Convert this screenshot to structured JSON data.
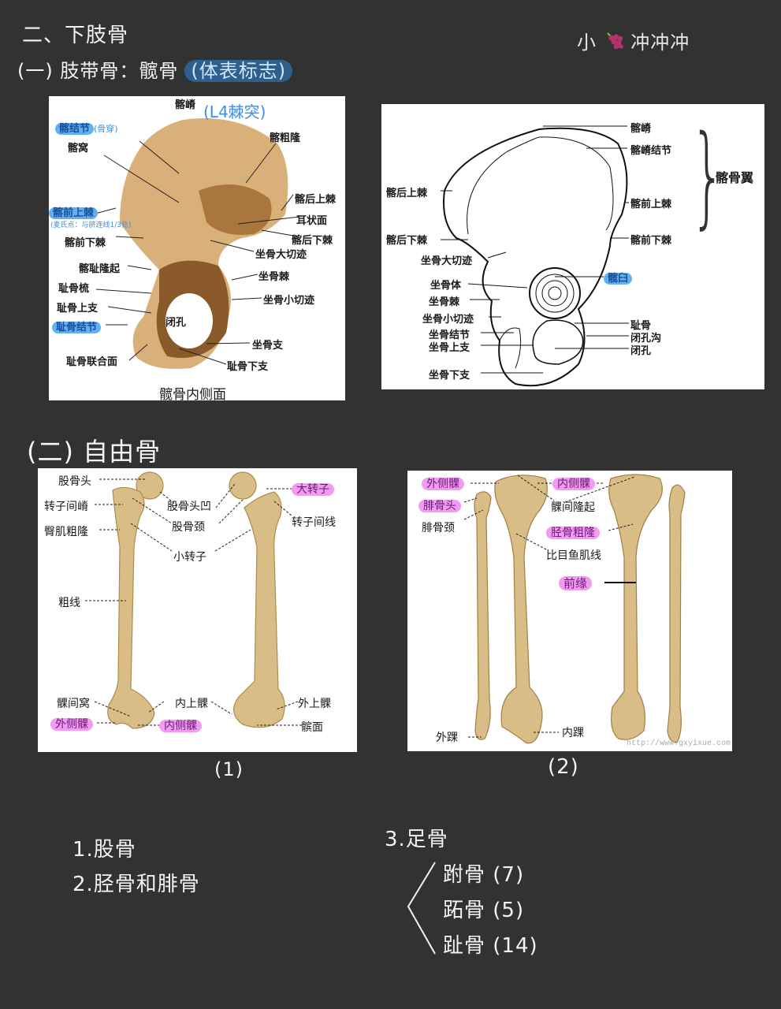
{
  "header": {
    "title": "二、下肢骨",
    "subtitle": "(一) 肢带骨：髋骨",
    "subtitle_tag": "(体表标志)",
    "brand_prefix": "小",
    "brand_icon": "grape-icon",
    "brand_suffix": "冲冲冲"
  },
  "colors": {
    "background": "#323232",
    "highlight_blue": "#63b0f0",
    "highlight_pink": "#f29bf0",
    "handwriting": "#f4f4f4",
    "bone": "#d9b77c"
  },
  "hip_medial": {
    "caption": "髋骨内侧面",
    "note_top": "(L4棘突)",
    "labels": {
      "iliac_crest": "髂嵴",
      "iliac_tubercle": "髂结节",
      "iliac_tubercle_note": "(骨穿)",
      "iliac_fossa": "髂窝",
      "iliac_tuberosity": "髂粗隆",
      "psis": "髂后上棘",
      "auricular_surface": "耳状面",
      "asis": "髂前上棘",
      "asis_note": "(麦氏点：与脐连线1/3处)",
      "piis": "髂后下棘",
      "aiis": "髂前下棘",
      "greater_sciatic_notch": "坐骨大切迹",
      "iliopubic_eminence": "髂耻隆起",
      "ischial_spine": "坐骨棘",
      "pecten_pubis": "耻骨梳",
      "lesser_sciatic_notch": "坐骨小切迹",
      "superior_pubic_ramus": "耻骨上支",
      "pubic_tubercle": "耻骨结节",
      "obturator_foramen": "闭孔",
      "ischial_ramus": "坐骨支",
      "pubic_symphysis_surface": "耻骨联合面",
      "inferior_pubic_ramus": "耻骨下支"
    }
  },
  "hip_lateral": {
    "group_label": "髂骨翼",
    "labels": {
      "iliac_crest": "髂嵴",
      "iliac_crest_tubercle": "髂嵴结节",
      "psis": "髂后上棘",
      "asis": "髂前上棘",
      "piis": "髂后下棘",
      "aiis": "髂前下棘",
      "greater_sciatic_notch": "坐骨大切迹",
      "acetabulum": "髋臼",
      "ischial_body": "坐骨体",
      "ischial_spine": "坐骨棘",
      "lesser_sciatic_notch": "坐骨小切迹",
      "pubis": "耻骨",
      "ischial_tuberosity": "坐骨结节",
      "obturator_groove": "闭孔沟",
      "ischial_superior_ramus": "坐骨上支",
      "obturator_foramen": "闭孔",
      "ischial_inferior_ramus": "坐骨下支"
    }
  },
  "section2": {
    "title": "(二) 自由骨"
  },
  "femur": {
    "figure_label": "(1)",
    "labels": {
      "head": "股骨头",
      "intertrochanteric_crest": "转子间嵴",
      "fovea": "股骨头凹",
      "greater_trochanter": "大转子",
      "neck": "股骨颈",
      "intertrochanteric_line": "转子间线",
      "gluteal_tuberosity": "臀肌粗隆",
      "lesser_trochanter": "小转子",
      "linea_aspera": "粗线",
      "intercondylar_fossa": "髁间窝",
      "medial_epicondyle": "内上髁",
      "lateral_epicondyle": "外上髁",
      "lateral_condyle": "外侧髁",
      "medial_condyle": "内侧髁",
      "patellar_surface": "髌面"
    }
  },
  "tibia_fibula": {
    "figure_label": "(2)",
    "watermark": "http://www.gxyixue.com",
    "labels": {
      "lateral_condyle": "外侧髁",
      "medial_condyle": "内侧髁",
      "fibular_head": "腓骨头",
      "intercondylar_eminence": "髁间隆起",
      "fibular_neck": "腓骨颈",
      "tibial_tuberosity": "胫骨粗隆",
      "soleal_line": "比目鱼肌线",
      "anterior_border": "前缘",
      "lateral_malleolus": "外踝",
      "medial_malleolus": "内踝"
    }
  },
  "notes": {
    "item1": "1.股骨",
    "item2": "2.胫骨和腓骨",
    "item3": "3.足骨",
    "foot_items": [
      {
        "name": "跗骨",
        "count": "(7)"
      },
      {
        "name": "跖骨",
        "count": "(5)"
      },
      {
        "name": "趾骨",
        "count": "(14)"
      }
    ]
  }
}
